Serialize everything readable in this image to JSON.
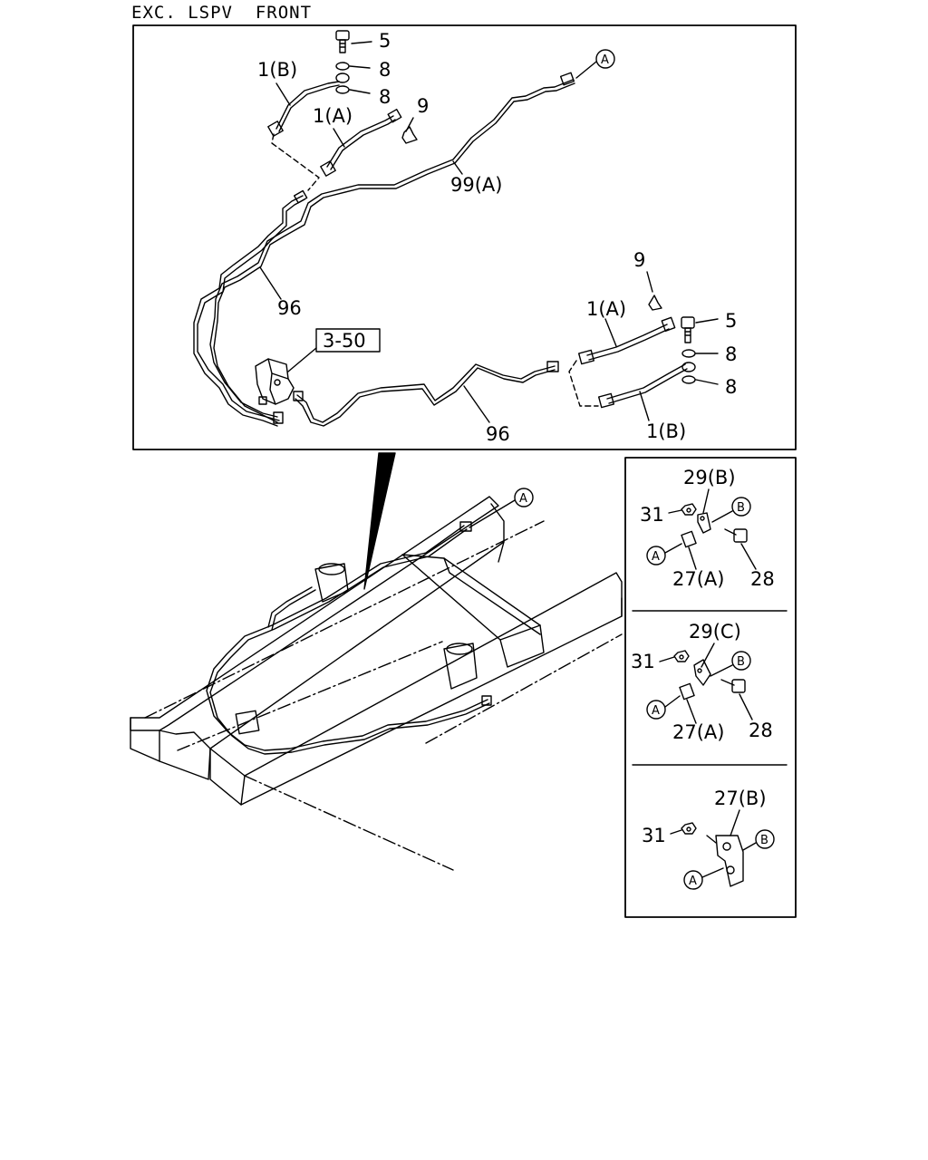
{
  "title": "EXC. LSPV  FRONT",
  "top_panel": {
    "labels": {
      "bolt_top": "5",
      "washer_top_1": "8",
      "washer_top_2": "8",
      "hose_1b_top": "1(B)",
      "hose_1a_top": "1(A)",
      "clip_top": "9",
      "pipe_99a": "99(A)",
      "pipe_96_upper": "96",
      "valve_ref": "3-50",
      "pipe_96_lower": "96",
      "clip_right": "9",
      "hose_1a_right": "1(A)",
      "bolt_right": "5",
      "washer_right_1": "8",
      "washer_right_2": "8",
      "hose_1b_right": "1(B)",
      "marker_a": "A"
    }
  },
  "chassis": {
    "marker_a": "A"
  },
  "detail_panels": [
    {
      "bracket": "29(B)",
      "nut": "31",
      "collar": "27(A)",
      "bolt": "28",
      "marker_a": "A",
      "marker_b": "B"
    },
    {
      "bracket": "29(C)",
      "nut": "31",
      "collar": "27(A)",
      "bolt": "28",
      "marker_a": "A",
      "marker_b": "B"
    },
    {
      "bracket": "27(B)",
      "nut": "31",
      "marker_a": "A",
      "marker_b": "B"
    }
  ]
}
